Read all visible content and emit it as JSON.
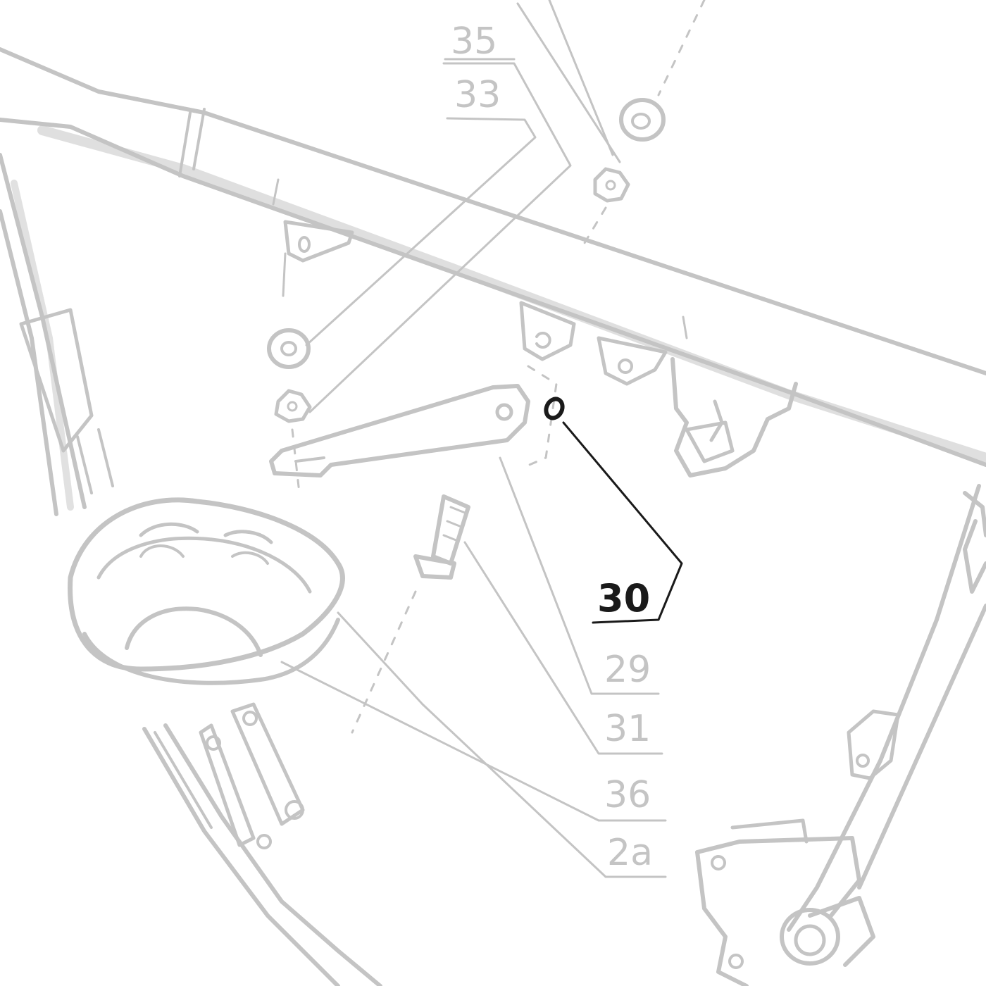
{
  "colors": {
    "faint_line": "#c4c4c4",
    "highlight_ink": "#1a1a1a",
    "background": "#ffffff"
  },
  "callouts": [
    {
      "id": "35",
      "label": "35",
      "highlighted": false
    },
    {
      "id": "33",
      "label": "33",
      "highlighted": false
    },
    {
      "id": "30",
      "label": "30",
      "highlighted": true
    },
    {
      "id": "29",
      "label": "29",
      "highlighted": false
    },
    {
      "id": "31",
      "label": "31",
      "highlighted": false
    },
    {
      "id": "36",
      "label": "36",
      "highlighted": false
    },
    {
      "id": "2a",
      "label": "2a",
      "highlighted": false
    }
  ],
  "highlighted_part": {
    "callout": "30",
    "icon": "small-ring-washer-icon"
  }
}
